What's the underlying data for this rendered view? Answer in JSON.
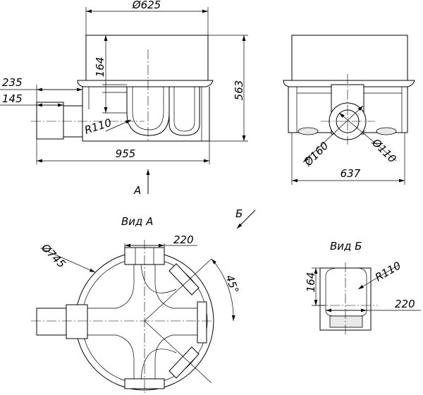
{
  "front_view": {
    "dims": {
      "top_diameter": "Ø625",
      "height_small": "164",
      "height_total": "563",
      "left_offset_1": "235",
      "left_offset_2": "145",
      "radius": "R110",
      "length": "955"
    },
    "arrow_label": "A"
  },
  "side_view": {
    "dims": {
      "pipe_large": "Ø160",
      "pipe_small": "Ø110",
      "width": "637"
    }
  },
  "view_a": {
    "title": "Вид А",
    "dims": {
      "diameter": "Ø745",
      "inlet_width": "220",
      "angle": "45°"
    }
  },
  "view_b": {
    "title": "Вид Б",
    "arrow_label": "Б",
    "dims": {
      "height": "164",
      "radius": "R110",
      "width": "220"
    }
  }
}
